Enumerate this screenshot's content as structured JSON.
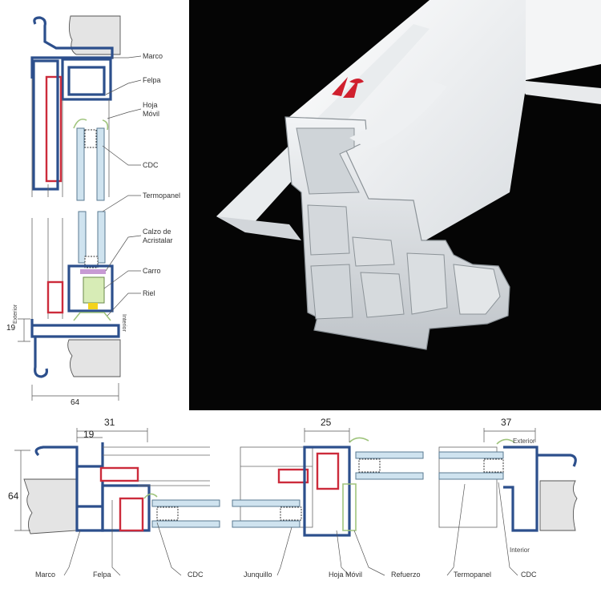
{
  "colors": {
    "frame_blue": "#2c4f8c",
    "reinforcement_red": "#cc2b3b",
    "gasket_green": "#9fc47c",
    "glass_blue": "#cfe3ef",
    "photo_background": "#050505",
    "logo_red": "#d0202e"
  },
  "vertical_section": {
    "labels": {
      "marco": "Marco",
      "felpa": "Felpa",
      "hoja_movil": "Hoja\nMóvil",
      "cdc": "CDC",
      "termopanel": "Termopanel",
      "calzo": "Calzo de\nAcristalar",
      "carro": "Carro",
      "riel": "Riel"
    },
    "side_labels": {
      "exterior": "Exterior",
      "interior": "Interior"
    },
    "dimensions": {
      "height": "19",
      "width": "64"
    }
  },
  "horizontal_section": {
    "dimensions": {
      "d31": "31",
      "d19": "19",
      "d64": "64",
      "d25": "25",
      "d37": "37"
    },
    "side_labels": {
      "exterior": "Exterior",
      "interior": "Interior"
    },
    "labels": {
      "marco": "Marco",
      "felpa": "Felpa",
      "cdc_left": "CDC",
      "junquillo": "Junquillo",
      "hoja_movil": "Hoja Móvil",
      "refuerzo": "Refuerzo",
      "termopanel": "Termopanel",
      "cdc_right": "CDC"
    }
  },
  "photo": {
    "subject": "white PVC window profile cross-section",
    "logo_icon": "brand-logo-icon"
  }
}
